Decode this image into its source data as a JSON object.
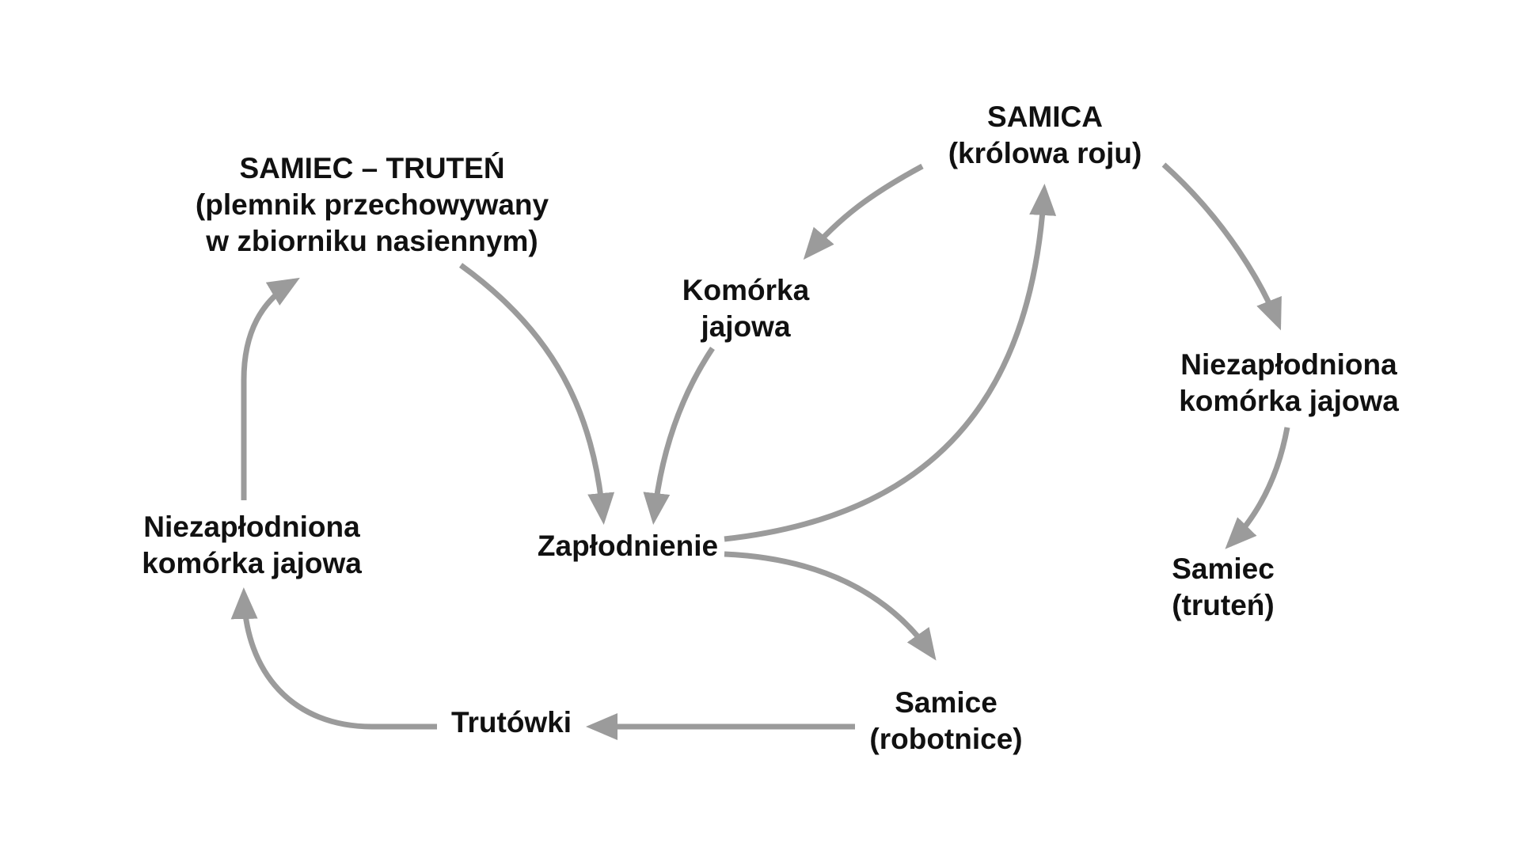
{
  "colors": {
    "arrow": "#9b9b9b",
    "text": "#111111",
    "background": "#ffffff"
  },
  "nodes": {
    "samiec_truten": {
      "line1": "SAMIEC – TRUTEŃ",
      "line2": "(plemnik przechowywany",
      "line3": "w zbiorniku nasiennym)"
    },
    "samica": {
      "line1": "SAMICA",
      "line2": "(królowa roju)"
    },
    "komorka_jajowa": {
      "line1": "Komórka",
      "line2": "jajowa"
    },
    "niezaplodniona_prawa": {
      "line1": "Niezapłodniona",
      "line2": "komórka jajowa"
    },
    "niezaplodniona_lewa": {
      "line1": "Niezapłodniona",
      "line2": "komórka jajowa"
    },
    "zaplodnienie": {
      "line1": "Zapłodnienie"
    },
    "samiec_prawy": {
      "line1": "Samiec",
      "line2": "(truteń)"
    },
    "samice_robotnice": {
      "line1": "Samice",
      "line2": "(robotnice)"
    },
    "trutowki": {
      "line1": "Trutówki"
    }
  },
  "edges": [
    {
      "from": "samiec_truten",
      "to": "zaplodnienie"
    },
    {
      "from": "samica",
      "to": "komorka_jajowa"
    },
    {
      "from": "komorka_jajowa",
      "to": "zaplodnienie"
    },
    {
      "from": "zaplodnienie",
      "to": "samica"
    },
    {
      "from": "samica",
      "to": "niezaplodniona_prawa"
    },
    {
      "from": "niezaplodniona_prawa",
      "to": "samiec_prawy"
    },
    {
      "from": "zaplodnienie",
      "to": "samice_robotnice"
    },
    {
      "from": "samice_robotnice",
      "to": "trutowki"
    },
    {
      "from": "trutowki",
      "to": "niezaplodniona_lewa"
    },
    {
      "from": "niezaplodniona_lewa",
      "to": "samiec_truten"
    }
  ]
}
